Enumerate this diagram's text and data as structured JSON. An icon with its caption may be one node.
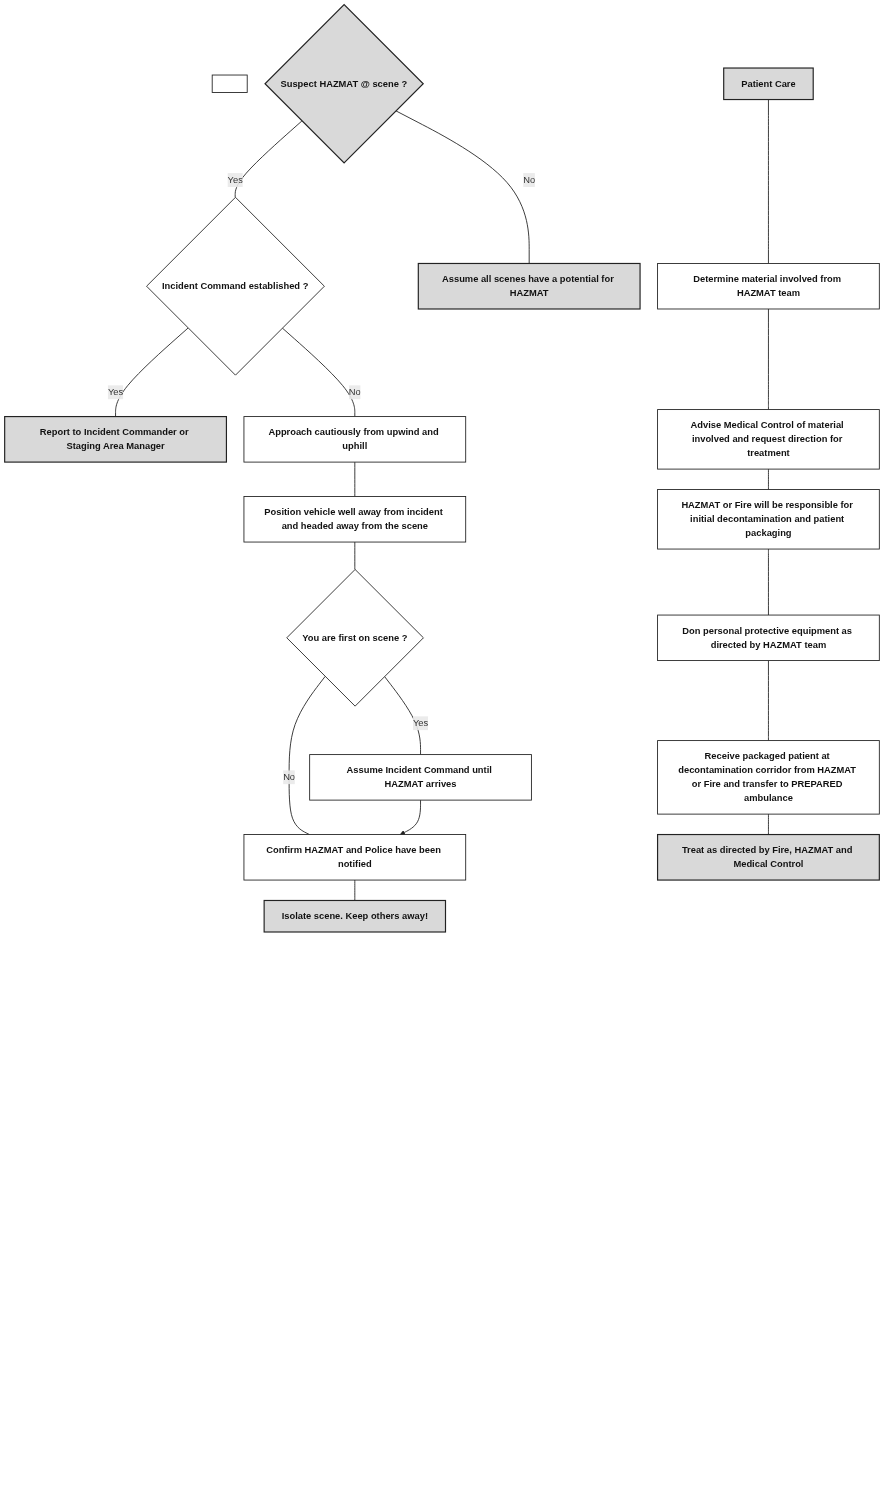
{
  "diagram": {
    "nodes": [
      {
        "text": [],
        "shape": "box"
      },
      {
        "text": [
          "Suspect HAZMAT @ scene ?"
        ]
      },
      {
        "text": [
          "Incident Command established ?"
        ]
      },
      {
        "text": [
          "Report to Incident Commander or Staging Area Manager"
        ]
      },
      {
        "text": [
          "Assume all scenes have a potential for HAZMAT"
        ]
      },
      {
        "text": [
          "Approach cautiously from upwind and uphill"
        ]
      },
      {
        "text": [
          "Position vehicle well away from incident and headed away from the scene"
        ]
      },
      {
        "text": [
          "You are first on scene ?"
        ]
      },
      {
        "text": [
          "Assume Incident Command until HAZMAT arrives"
        ]
      },
      {
        "text": [
          "Confirm HAZMAT and Police have been notified"
        ]
      },
      {
        "text": [
          "Isolate scene. Keep others away!"
        ]
      },
      {
        "text": [
          "Patient Care"
        ]
      },
      {
        "text": [
          "Determine material involved from HAZMAT team"
        ]
      },
      {
        "text": [
          "Advise Medical Control of material involved and request direction for treatment"
        ]
      },
      {
        "text": [
          "HAZMAT or Fire will be responsible for initial decontamination and patient packaging"
        ]
      },
      {
        "text": [
          "Don personal protective equipment as directed by HAZMAT team"
        ]
      },
      {
        "text": [
          "Receive packaged patient at decontamination corridor from HAZMAT or Fire and transfer to PREPARED ambulance"
        ]
      },
      {
        "text": [
          "Treat as directed by Fire, HAZMAT and Medical Control"
        ]
      }
    ],
    "edges": [
      {
        "from": 1,
        "to": 2,
        "arrow": "none",
        "label": "Yes"
      },
      {
        "from": 2,
        "to": 3,
        "arrow": "none",
        "label": "Yes"
      },
      {
        "from": 1,
        "to": 4,
        "arrow": "none",
        "label": "No"
      },
      {
        "from": 2,
        "to": 5,
        "arrow": "none",
        "label": "No"
      },
      {
        "from": 5,
        "to": 6,
        "arrow": "none"
      },
      {
        "from": 6,
        "to": 7,
        "arrow": "none"
      },
      {
        "from": 7,
        "to": 8,
        "arrow": "none",
        "label": "Yes"
      },
      {
        "from": 7,
        "to": 9,
        "arrow": "none",
        "label": "No"
      },
      {
        "from": 8,
        "to": 9,
        "arrow": "to"
      },
      {
        "from": 9,
        "to": 10,
        "arrow": "none"
      },
      {
        "from": 11,
        "to": 12,
        "arrow": "none"
      },
      {
        "from": 12,
        "to": 13,
        "arrow": "none"
      },
      {
        "from": 13,
        "to": 14,
        "arrow": "none"
      },
      {
        "from": 14,
        "to": 15,
        "arrow": "none"
      },
      {
        "from": 15,
        "to": 16,
        "arrow": "none"
      },
      {
        "from": 16,
        "to": 17,
        "arrow": "none"
      }
    ]
  }
}
